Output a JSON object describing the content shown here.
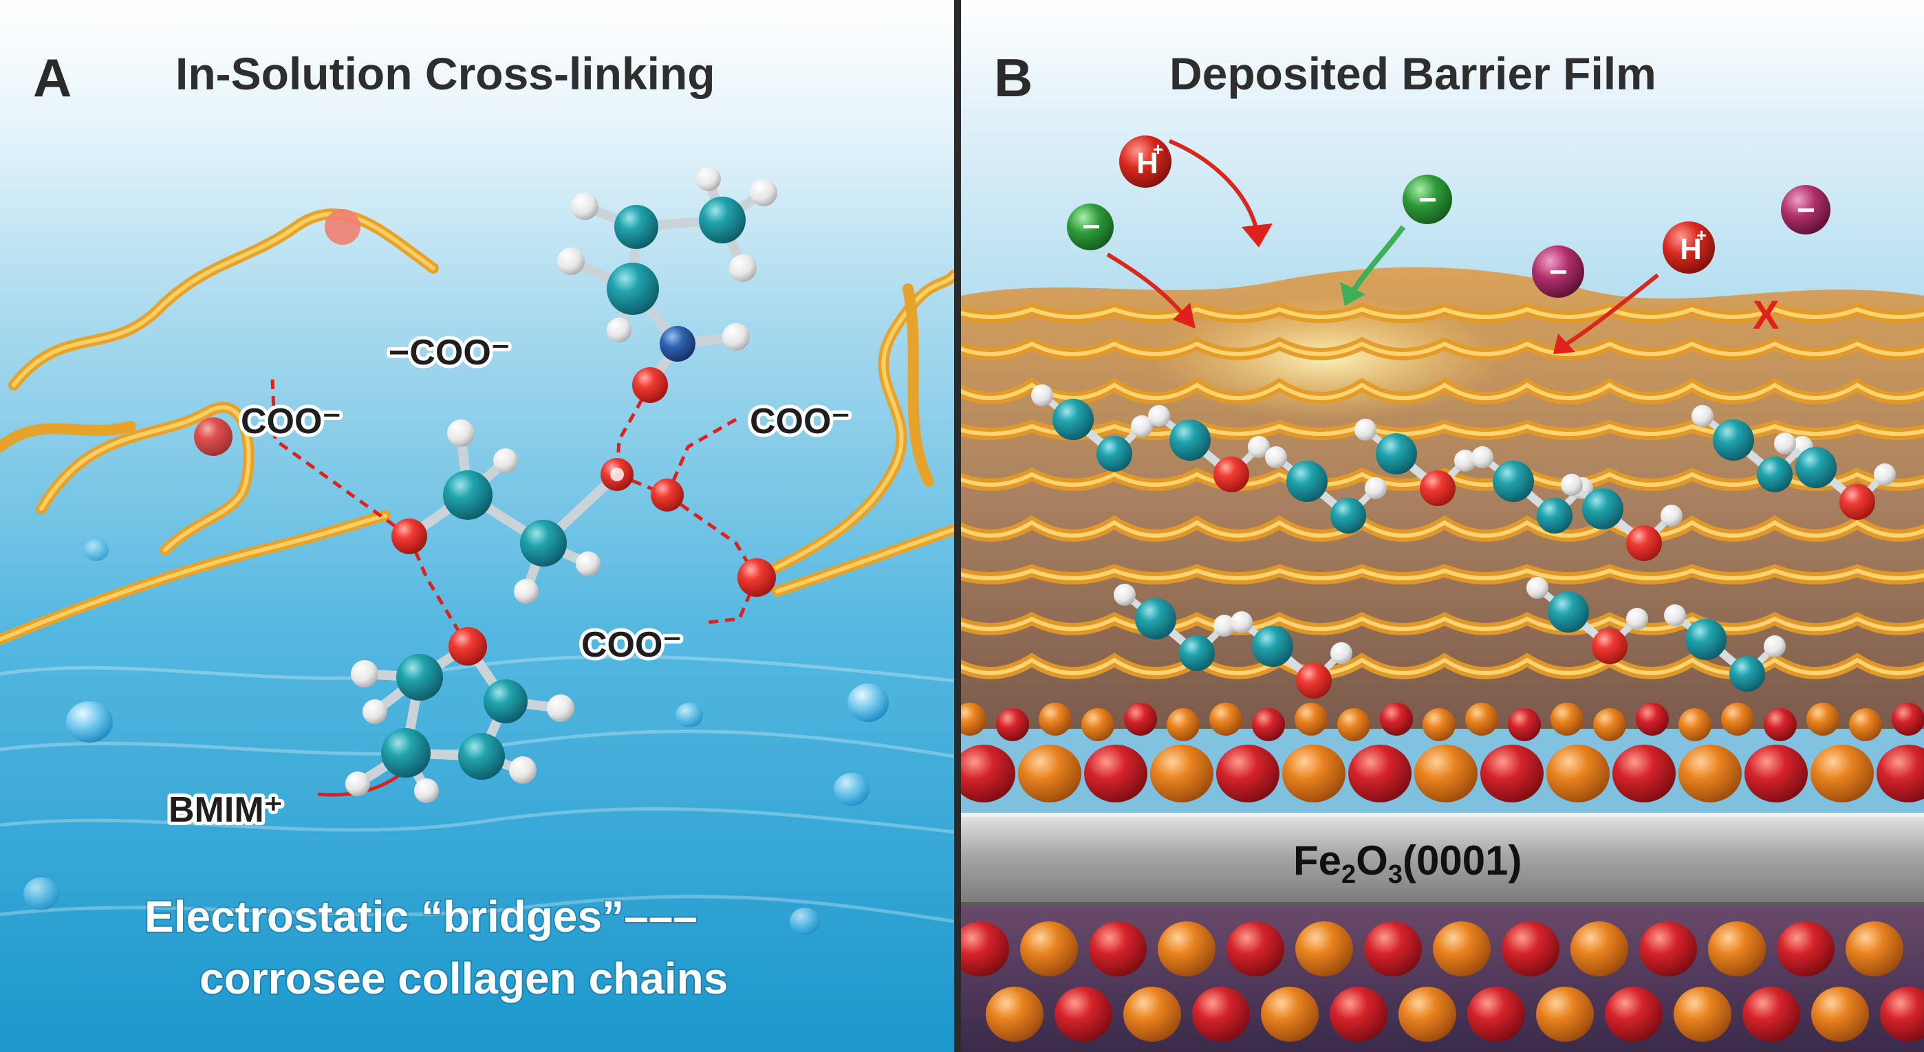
{
  "panel_a": {
    "letter": "A",
    "title": "In-Solution Cross-linking",
    "labels": {
      "coo_top_center": "−COO⁻",
      "coo_left": "COO⁻",
      "coo_right": "COO⁻",
      "coo_bottom": "COO⁻",
      "bmim": "BMIM⁺"
    },
    "caption_line1": "Electrostatic “bridges”–––",
    "caption_line2": "corrosee collagen chains"
  },
  "panel_b": {
    "letter": "B",
    "title": "Deposited Barrier Film",
    "ions": {
      "proton": "H",
      "proton_charge": "+",
      "anion": "−",
      "blocked_mark": "X"
    },
    "substrate": {
      "prefix": "Fe",
      "subscript_1": "2",
      "middle": "O",
      "subscript_2": "3",
      "suffix": "(0001)"
    }
  },
  "colors": {
    "water_top": "#dff0f8",
    "water_bottom": "#1f9fd0",
    "collagen": "#e7a22c",
    "oxygen": "#e8302a",
    "carbon": "#1e8e98",
    "hydrogen": "#eeeeee",
    "nitrogen": "#2c5aa0",
    "proton_ion": "#d8281e",
    "anion_green": "#2e9a3a",
    "anion_magenta": "#b0306a",
    "substrate_gray": "#9a9a9a",
    "iron_orange": "#e07a1e",
    "oxide_red": "#c81e24"
  },
  "icons": [
    "red-arrow-icon",
    "green-arrow-icon",
    "blocked-x-icon"
  ]
}
